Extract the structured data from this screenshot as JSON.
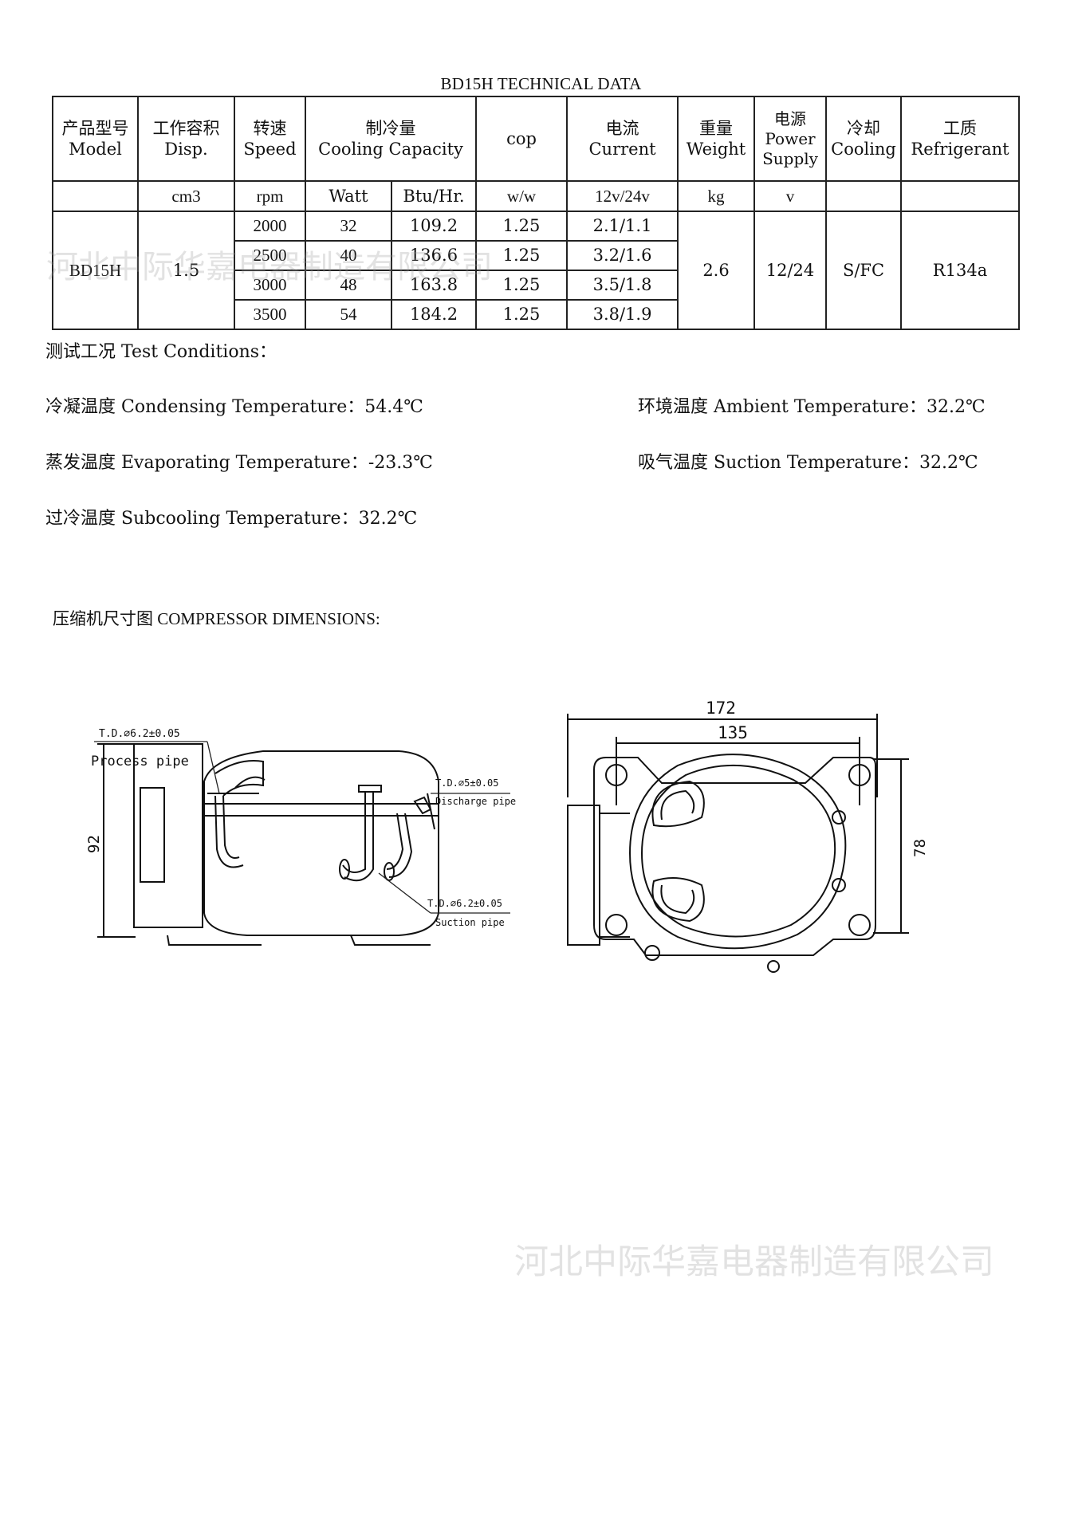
{
  "document": {
    "title": "BD15H TECHNICAL DATA",
    "watermark": "河北中际华嘉电器制造有限公司"
  },
  "table": {
    "header": {
      "model_cn": "产品型号",
      "model_en": "Model",
      "disp_cn": "工作容积",
      "disp_en": "Disp.",
      "speed_cn": "转速",
      "speed_en": "Speed",
      "cap_cn": "制冷量",
      "cap_en": "Cooling Capacity",
      "cop": "cop",
      "current_cn": "电流",
      "current_en": "Current",
      "weight_cn": "重量",
      "weight_en": "Weight",
      "power_cn": "电源",
      "power_en1": "Power",
      "power_en2": "Supply",
      "cooling_cn": "冷却",
      "cooling_en": "Cooling",
      "ref_cn": "工质",
      "ref_en": "Refrigerant"
    },
    "units": {
      "disp": "cm3",
      "speed": "rpm",
      "watt": "Watt",
      "btu": "Btu/Hr.",
      "cop": "w/w",
      "current": "12v/24v",
      "weight": "kg",
      "power": "v"
    },
    "model": "BD15H",
    "disp": "1.5",
    "weight": "2.6",
    "power": "12/24",
    "cooling": "S/FC",
    "refrigerant": "R134a",
    "rows": [
      {
        "speed": "2000",
        "watt": "32",
        "btu": "109.2",
        "cop": "1.25",
        "current": "2.1/1.1"
      },
      {
        "speed": "2500",
        "watt": "40",
        "btu": "136.6",
        "cop": "1.25",
        "current": "3.2/1.6"
      },
      {
        "speed": "3000",
        "watt": "48",
        "btu": "163.8",
        "cop": "1.25",
        "current": "3.5/1.8"
      },
      {
        "speed": "3500",
        "watt": "54",
        "btu": "184.2",
        "cop": "1.25",
        "current": "3.8/1.9"
      }
    ]
  },
  "conditions": {
    "heading": "测试工况 Test Conditions：",
    "condensing_label": "冷凝温度 Condensing Temperature：",
    "condensing_value": "54.4℃",
    "ambient_label": "环境温度 Ambient Temperature：",
    "ambient_value": "32.2℃",
    "evaporating_label": "蒸发温度 Evaporating Temperature：",
    "evaporating_value": "-23.3℃",
    "suction_label": "吸气温度 Suction Temperature：",
    "suction_value": "32.2℃",
    "subcooling_label": "过冷温度 Subcooling Temperature：",
    "subcooling_value": "32.2℃"
  },
  "dimensions": {
    "title": "压缩机尺寸图 COMPRESSOR DIMENSIONS:",
    "process_td": "T.D.⌀6.2±0.05",
    "process_label": "Process pipe",
    "discharge_td": "T.D.⌀5±0.05",
    "discharge_label": "Discharge pipe",
    "suction_td": "T.D.⌀6.2±0.05",
    "suction_label": "Suction pipe",
    "height": "92",
    "width_total": "172",
    "width_mount": "135",
    "depth_mount": "78"
  }
}
